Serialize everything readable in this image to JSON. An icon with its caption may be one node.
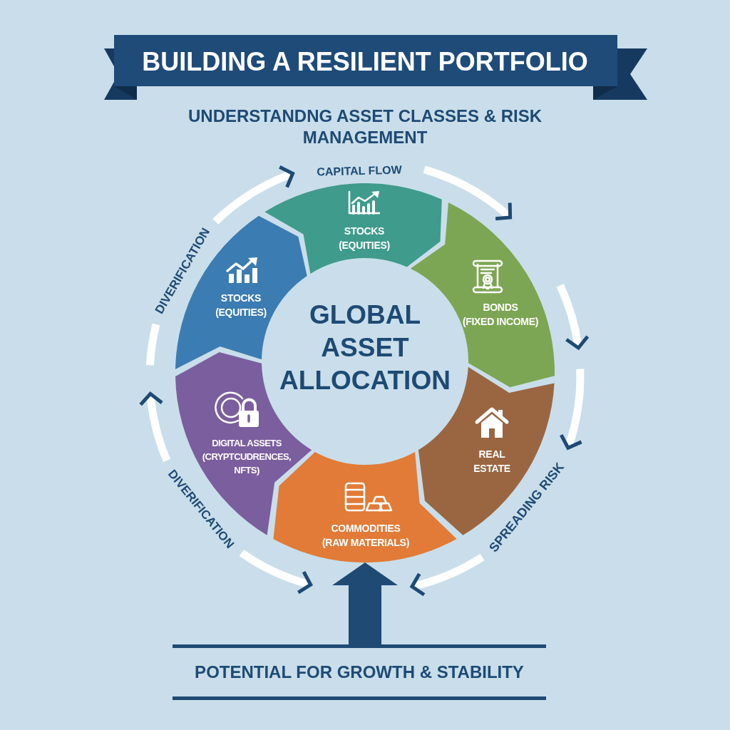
{
  "diagram": {
    "title": "BUILDING A RESILIENT PORTFOLIO",
    "nodes": [
      {
        "text": [
          "STOCKS (EQUITIES)"
        ]
      },
      {
        "text": [
          "BONDS (FIXED INCOME)"
        ]
      },
      {
        "text": [
          "REAL ESTATE"
        ]
      },
      {
        "text": [
          "COMMODITIES (RAW MATERIALS)"
        ]
      },
      {
        "text": [
          "DIGITAL ASSETS (CRYPTCUDRENCES, NFTS)"
        ]
      },
      {
        "text": [
          "STOCKS (EQUITIES)"
        ]
      },
      {
        "text": [
          "POTENTIAL FOR GROWTH & STABILITY"
        ]
      }
    ],
    "edges": [
      {
        "from": 6,
        "to": 3,
        "arrow": "to"
      }
    ],
    "labels": [
      "UNDERSTANDNG ASSET CLASSES & RISK MANAGEMENT",
      "CAPITAL FLOW",
      "DIVERIFICATION",
      "GLOBAL ASSET ALLOCATION",
      "DIVERIFICATION",
      "SPREADING RISK"
    ]
  }
}
